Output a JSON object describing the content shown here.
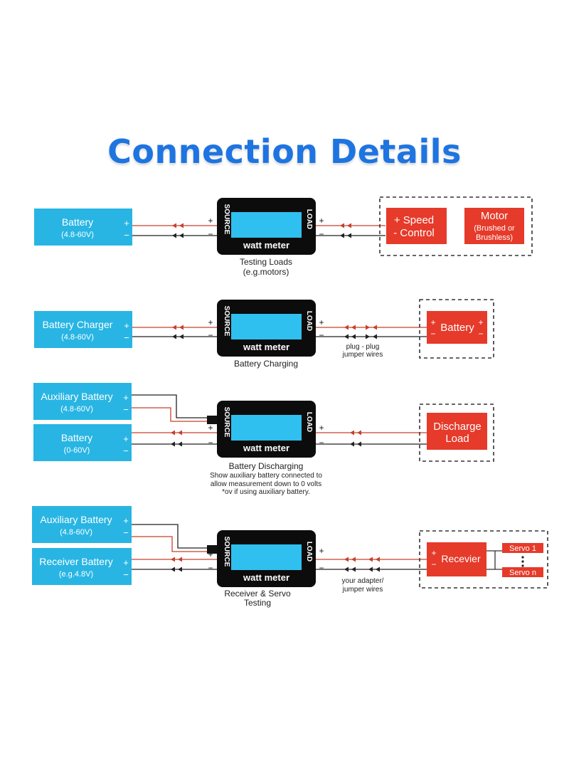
{
  "title": "Connection Details",
  "meter": {
    "label": "watt meter",
    "source": "SOURCE",
    "load": "LOAD"
  },
  "sections": [
    {
      "sources": [
        {
          "name": "Battery",
          "range": "(4.8-60V)"
        }
      ],
      "caption": [
        "Testing Loads",
        "(e.g.motors)"
      ],
      "wire_note": [],
      "loads": [
        {
          "lines": [
            "+ Speed",
            "- Control"
          ]
        },
        {
          "title": "Motor",
          "sub": [
            "(Brushed or",
            "Brushless)"
          ]
        }
      ]
    },
    {
      "sources": [
        {
          "name": "Battery Charger",
          "range": "(4.8-60V)"
        }
      ],
      "caption": [
        "Battery Charging"
      ],
      "wire_note": [
        "plug - plug",
        "jumper wires"
      ],
      "loads": [
        {
          "title": "Battery"
        }
      ]
    },
    {
      "sources": [
        {
          "name": "Auxiliary Battery",
          "range": "(4.8-60V)"
        },
        {
          "name": "Battery",
          "range": "(0-60V)"
        }
      ],
      "caption": [
        "Battery Discharging"
      ],
      "note": [
        "Show auxiliary battery connected to",
        "allow measurement down to 0 volts",
        "*ov if using auxiliary battery."
      ],
      "wire_note": [],
      "loads": [
        {
          "lines": [
            "Discharge",
            "Load"
          ]
        }
      ]
    },
    {
      "sources": [
        {
          "name": "Auxiliary Battery",
          "range": "(4.8-60V)"
        },
        {
          "name": "Receiver Battery",
          "range": "(e.g.4.8V)"
        }
      ],
      "caption": [
        "Receiver & Servo",
        "Testing"
      ],
      "wire_note": [
        "your adapter/",
        "jumper wires"
      ],
      "loads": [
        {
          "title": "Recevier"
        },
        {
          "servo1": "Servo 1",
          "servon": "Servo n"
        }
      ]
    }
  ],
  "colors": {
    "source_box": "#28b5e3",
    "load_box": "#e63a2a",
    "title": "#1e74e0",
    "lcd": "#2fc0f0",
    "positive_wire": "#c8402c",
    "negative_wire": "#222222"
  }
}
